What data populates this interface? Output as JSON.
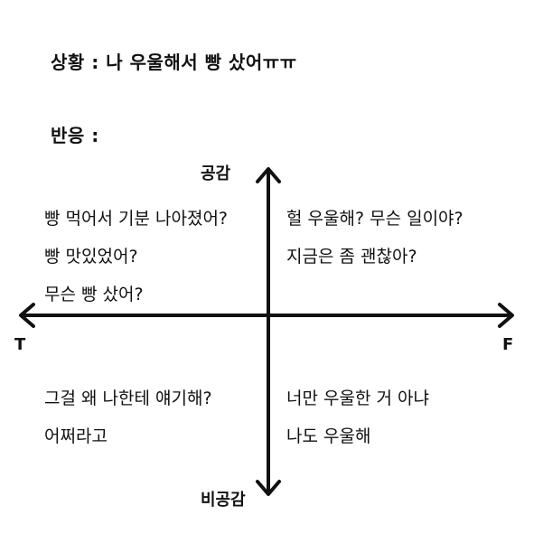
{
  "situation": "상황 : 나 우울해서 빵 샀어ㅠㅠ",
  "reaction": "반응 :",
  "axes": {
    "top": "공감",
    "bottom": "비공감",
    "left": "T",
    "right": "F"
  },
  "quadrants": {
    "top_left": [
      "빵 먹어서 기분 나아졌어?",
      "빵 맛있었어?",
      "무슨 빵 샀어?"
    ],
    "top_right": [
      "헐 우울해? 무슨 일이야?",
      "지금은 좀 괜찮아?"
    ],
    "bottom_left": [
      "그걸 왜 나한테 얘기해?",
      "어쩌라고"
    ],
    "bottom_right": [
      "너만 우울한 거 아냐",
      "나도 우울해"
    ]
  }
}
